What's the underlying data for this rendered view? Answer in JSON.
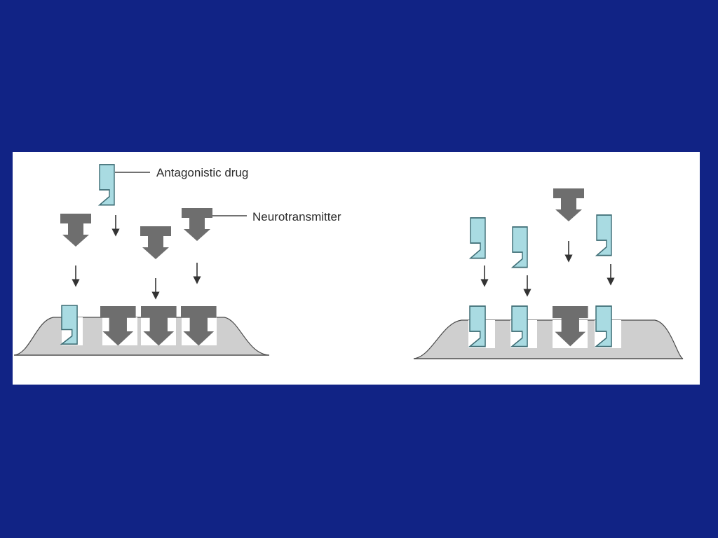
{
  "slide": {
    "background_color": "#112385",
    "panel_color": "#ffffff"
  },
  "figure": {
    "labels": {
      "antagonistic_drug": "Antagonistic drug",
      "neurotransmitter": "Neurotransmitter"
    },
    "colors": {
      "neurotransmitter": "#6e6e6e",
      "antagonistic_drug": "#a9dbe2",
      "drug_outline": "#3d6c74",
      "membrane": "#cfcfcf",
      "arrow": "#333333"
    },
    "left_panel": {
      "description_items": [
        "antagonistic-drug",
        "neurotransmitter",
        "neurotransmitter",
        "neurotransmitter"
      ],
      "bound_receptors": [
        "antagonistic-drug",
        "neurotransmitter",
        "neurotransmitter",
        "neurotransmitter"
      ]
    },
    "right_panel": {
      "incoming_items": [
        "antagonistic-drug",
        "antagonistic-drug",
        "neurotransmitter",
        "antagonistic-drug"
      ],
      "bound_receptors": [
        "antagonistic-drug",
        "antagonistic-drug",
        "neurotransmitter",
        "antagonistic-drug"
      ]
    }
  }
}
